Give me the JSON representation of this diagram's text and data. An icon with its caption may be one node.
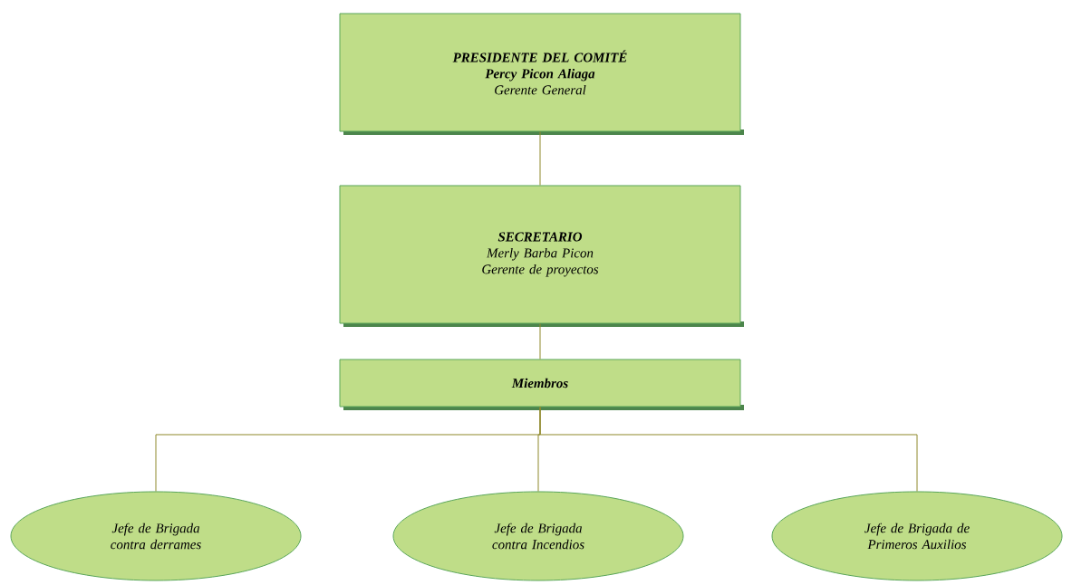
{
  "diagram": {
    "nodes": [
      {
        "text": [
          "PRESIDENTE DEL COMITÉ",
          "Percy Picon Aliaga",
          "Gerente General"
        ]
      },
      {
        "text": [
          "SECRETARIO",
          "Merly Barba Picon",
          "Gerente de proyectos"
        ]
      },
      {
        "text": [
          "Miembros"
        ]
      },
      {
        "text": [
          "Jefe de Brigada contra derrames"
        ]
      },
      {
        "text": [
          "Jefe de Brigada contra Incendios"
        ]
      },
      {
        "text": [
          "Jefe de Brigada de Primeros Auxilios"
        ]
      }
    ],
    "edges": [
      {
        "from": 0,
        "to": 1,
        "arrow": "none"
      },
      {
        "from": 1,
        "to": 2,
        "arrow": "none"
      },
      {
        "from": 2,
        "to": 3,
        "arrow": "none"
      },
      {
        "from": 2,
        "to": 4,
        "arrow": "none"
      },
      {
        "from": 2,
        "to": 5,
        "arrow": "none"
      }
    ]
  }
}
